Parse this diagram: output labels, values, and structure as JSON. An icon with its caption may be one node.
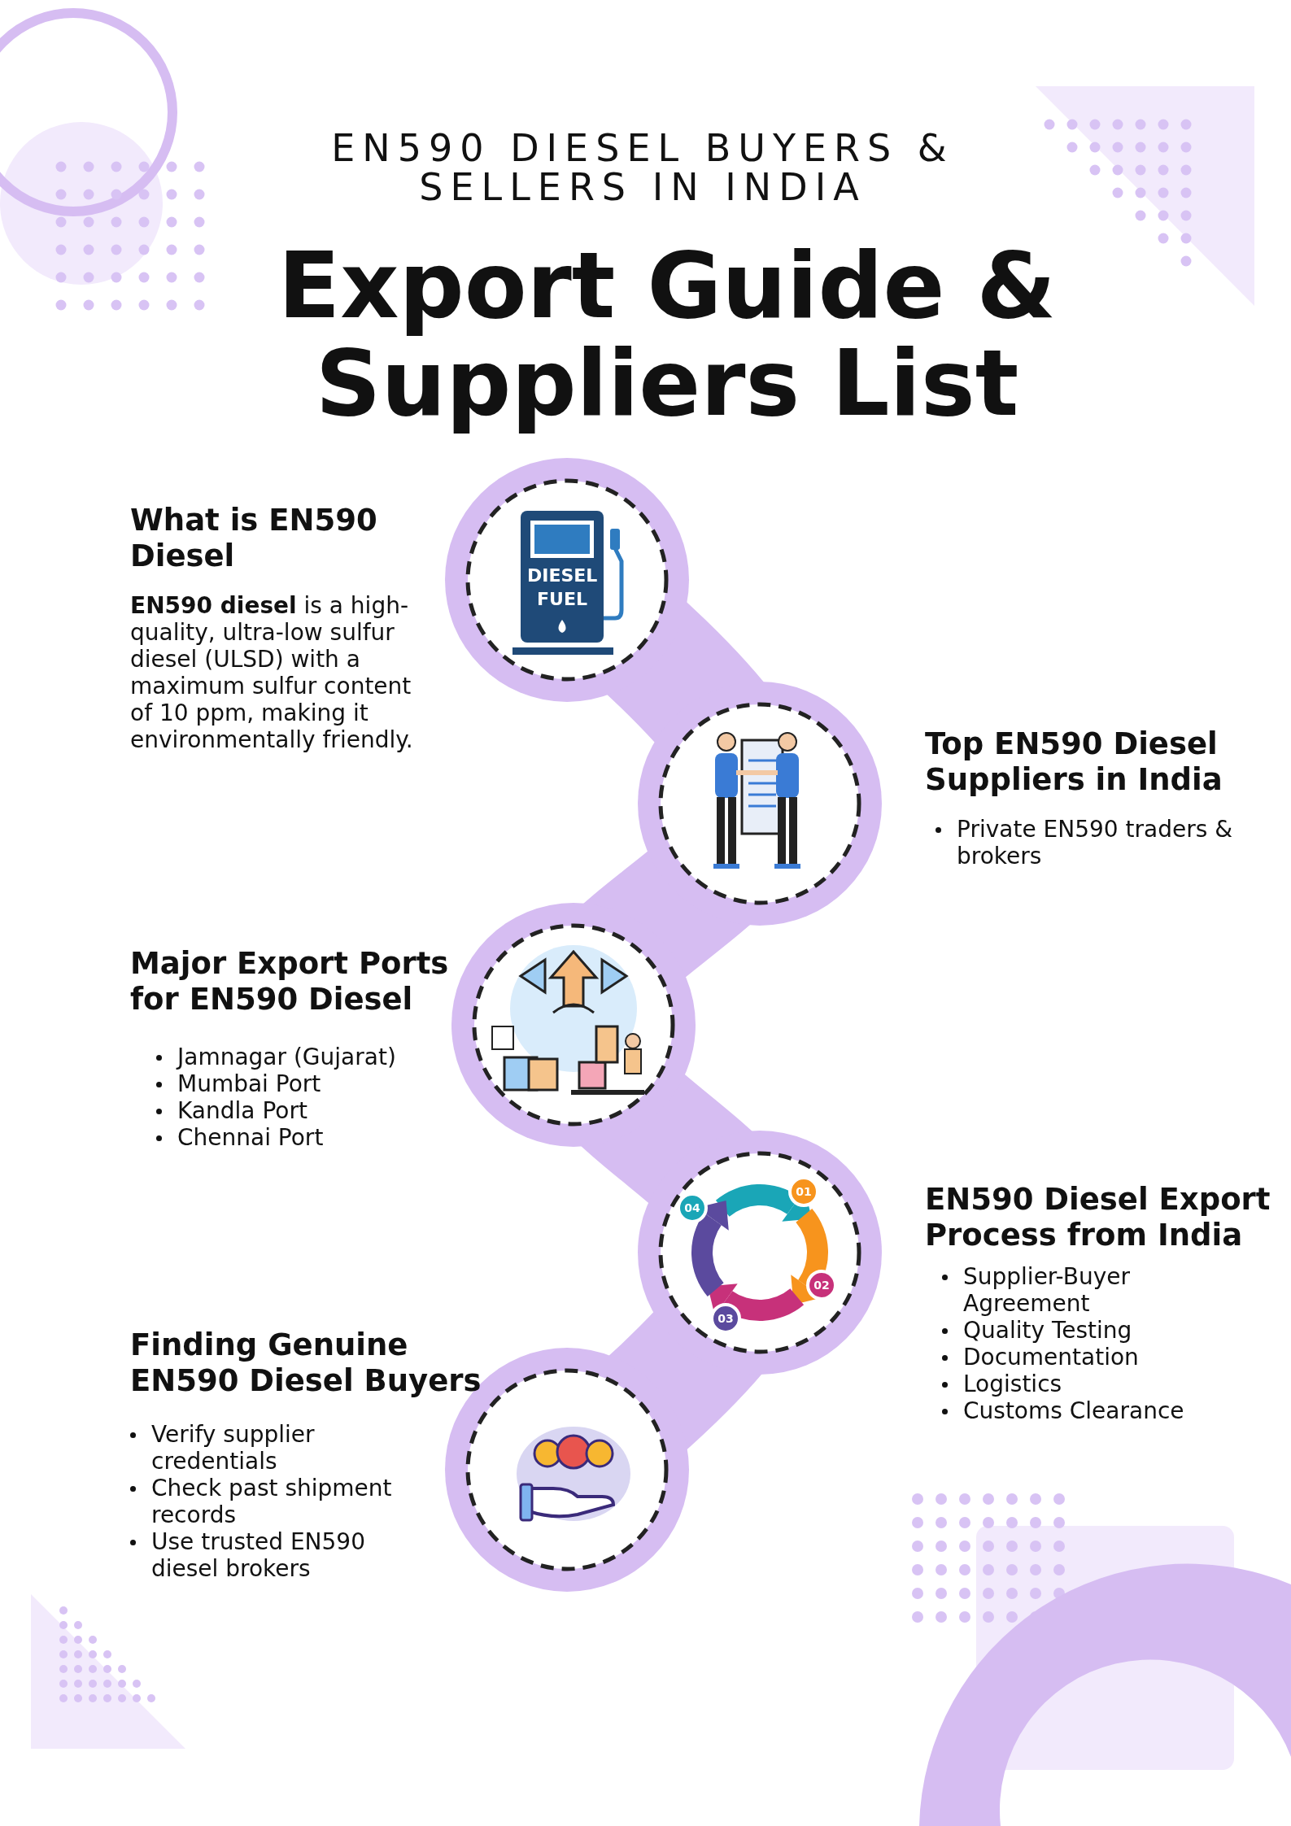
{
  "diagram": {
    "title": "Export Guide & Suppliers List",
    "labels": [
      "EN590 DIESEL BUYERS & SELLERS IN INDIA",
      "What is EN590 Diesel",
      "**EN590 diesel** is a high-quality, ultra-low sulfur diesel (ULSD) with a maximum sulfur content of 10 ppm, making it environmentally friendly.",
      "DIESEL FUEL",
      "Top EN590 Diesel Suppliers in India",
      "Private EN590 traders & brokers",
      "Major Export Ports for EN590 Diesel",
      "Jamnagar (Gujarat)",
      "Mumbai Port",
      "Kandla Port",
      "Chennai Port",
      "01",
      "02",
      "03",
      "04",
      "EN590 Diesel Export Process from India",
      "Supplier-Buyer Agreement",
      "Quality Testing",
      "Documentation",
      "Logistics",
      "Customs Clearance",
      "Finding Genuine EN590 Diesel Buyers",
      "Verify supplier credentials",
      "Check past shipment records",
      "Use trusted EN590 diesel brokers"
    ]
  }
}
